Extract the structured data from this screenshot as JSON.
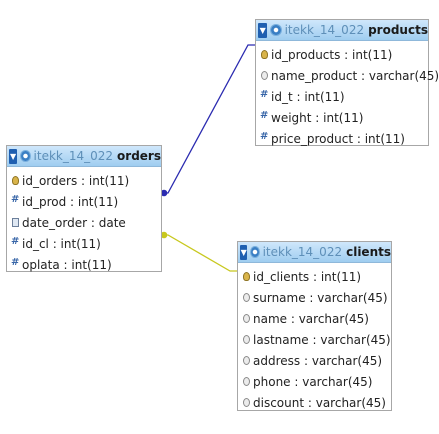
{
  "tables": {
    "products": {
      "db": "itekk_14_022",
      "name": "products",
      "columns": [
        {
          "icon": "primary-key-icon",
          "label": "id_products : int(11)"
        },
        {
          "icon": "text-field-icon",
          "label": "name_product : varchar(45)"
        },
        {
          "icon": "numeric-field-icon",
          "label": "id_t : int(11)"
        },
        {
          "icon": "numeric-field-icon",
          "label": "weight : int(11)"
        },
        {
          "icon": "numeric-field-icon",
          "label": "price_product : int(11)"
        }
      ]
    },
    "orders": {
      "db": "itekk_14_022",
      "name": "orders",
      "columns": [
        {
          "icon": "primary-key-icon",
          "label": "id_orders : int(11)"
        },
        {
          "icon": "numeric-field-icon",
          "label": "id_prod : int(11)"
        },
        {
          "icon": "date-field-icon",
          "label": "date_order : date"
        },
        {
          "icon": "numeric-field-icon",
          "label": "id_cl : int(11)"
        },
        {
          "icon": "numeric-field-icon",
          "label": "oplata : int(11)"
        }
      ]
    },
    "clients": {
      "db": "itekk_14_022",
      "name": "clients",
      "columns": [
        {
          "icon": "primary-key-icon",
          "label": "id_clients : int(11)"
        },
        {
          "icon": "text-field-icon",
          "label": "surname : varchar(45)"
        },
        {
          "icon": "text-field-icon",
          "label": "name : varchar(45)"
        },
        {
          "icon": "text-field-icon",
          "label": "lastname : varchar(45)"
        },
        {
          "icon": "text-field-icon",
          "label": "address : varchar(45)"
        },
        {
          "icon": "text-field-icon",
          "label": "phone : varchar(45)"
        },
        {
          "icon": "text-field-icon",
          "label": "discount : varchar(45)"
        }
      ]
    }
  },
  "relations": [
    {
      "from": "orders.id_prod",
      "to": "products.id_products",
      "color": "#2b2bb0"
    },
    {
      "from": "orders.id_cl",
      "to": "clients.id_clients",
      "color": "#c8c81e"
    }
  ],
  "colors": {
    "header_top": "#cfe7fb",
    "header_bottom": "#9fcdf0",
    "border": "#a7a7a7"
  }
}
